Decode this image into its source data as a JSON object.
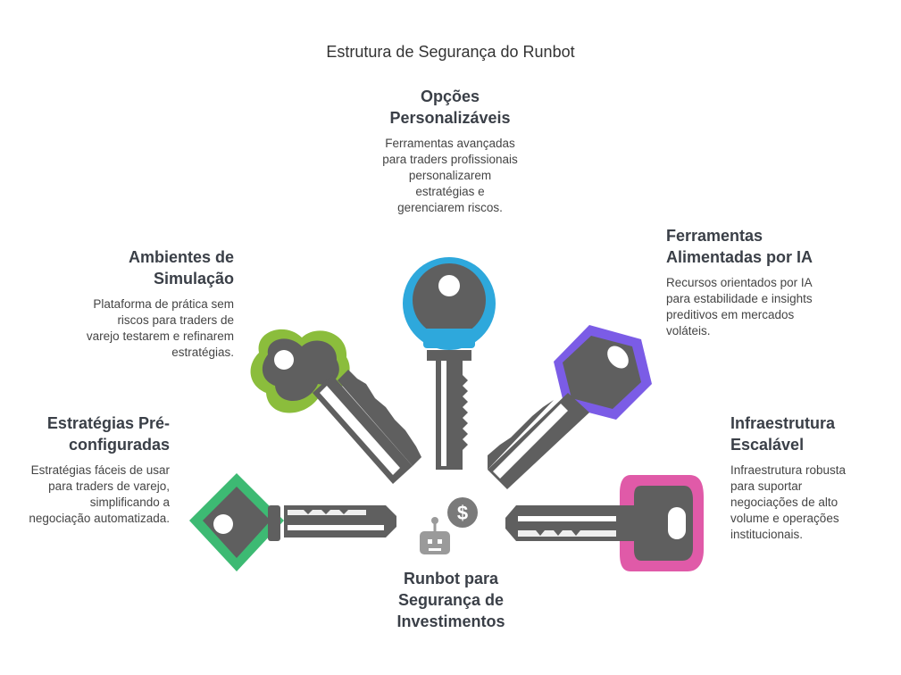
{
  "title": "Estrutura de Segurança do Runbot",
  "center": {
    "label": "Runbot para Segurança de Investimentos",
    "icons": [
      "robot-icon",
      "dollar-coin-icon"
    ]
  },
  "keys": [
    {
      "id": "preconfig",
      "heading": "Estratégias Pré-configuradas",
      "description": "Estratégias fáceis de usar para traders de varejo, simplificando a negociação automatizada.",
      "color": "#3dba73"
    },
    {
      "id": "simulacao",
      "heading": "Ambientes de Simulação",
      "description": "Plataforma de prática sem riscos para traders de varejo testarem e refinarem estratégias.",
      "color": "#8bbd3c"
    },
    {
      "id": "opcoes",
      "heading": "Opções Personalizáveis",
      "description": "Ferramentas avançadas para traders profissionais personalizarem estratégias e gerenciarem riscos.",
      "color": "#2ea8dc"
    },
    {
      "id": "ia",
      "heading": "Ferramentas Alimentadas por IA",
      "description": "Recursos orientados por IA para estabilidade e insights preditivos em mercados voláteis.",
      "color": "#7b5ce6"
    },
    {
      "id": "infra",
      "heading": "Infraestrutura Escalável",
      "description": "Infraestrutura robusta para suportar negociações de alto volume e operações institucionais.",
      "color": "#e05aa8"
    }
  ]
}
